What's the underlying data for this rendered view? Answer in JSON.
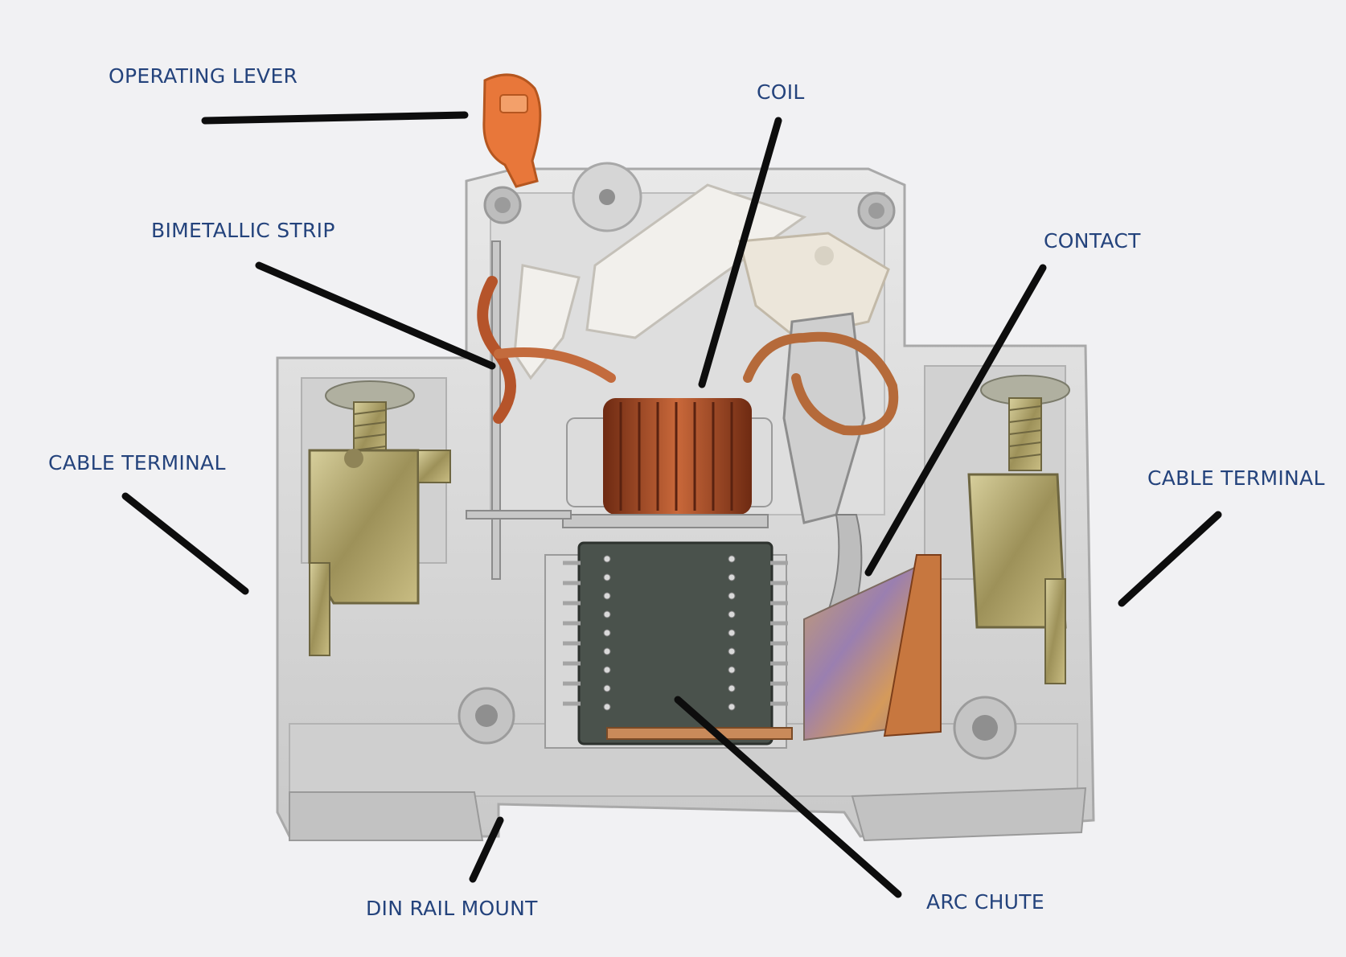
{
  "labels": {
    "operating_lever": "OPERATING LEVER",
    "coil": "COIL",
    "bimetallic_strip": "BIMETALLIC STRIP",
    "contact": "CONTACT",
    "cable_terminal_left": "CABLE TERMINAL",
    "cable_terminal_right": "CABLE TERMINAL",
    "din_rail_mount": "DIN RAIL MOUNT",
    "arc_chute": "ARC CHUTE"
  },
  "colors": {
    "background": "#f1f1f3",
    "label_text": "#24437c",
    "leader_line": "#0d0d0d",
    "housing": "#dcdcdc",
    "lever": "#e8773a",
    "copper": "#b5542a",
    "arc_chute": "#4a524c",
    "brass": "#b7aa72"
  }
}
